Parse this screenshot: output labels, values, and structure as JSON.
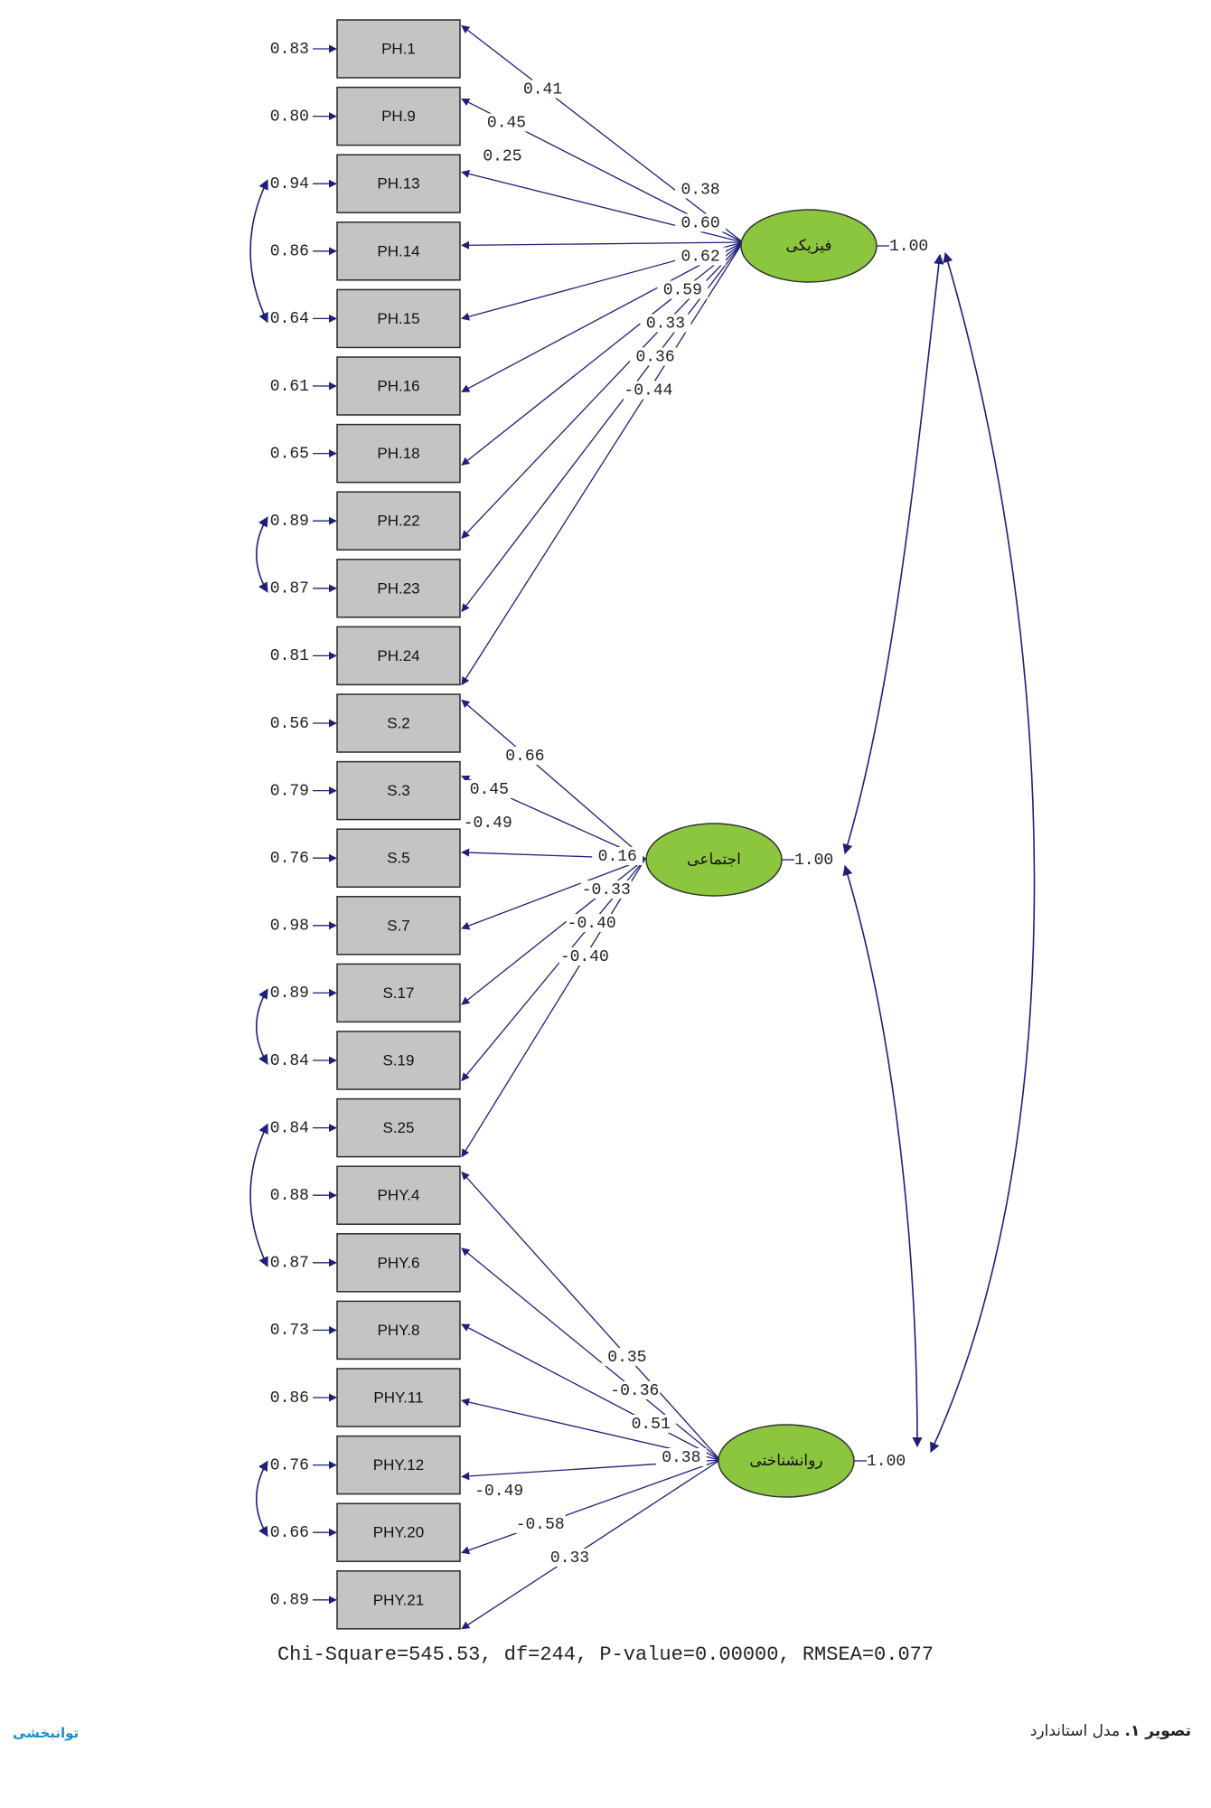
{
  "diagram": {
    "type": "structural-equation-model",
    "latents": [
      {
        "id": "phys",
        "label": "فیزیکی",
        "variance": "1.00"
      },
      {
        "id": "soc",
        "label": "اجتماعی",
        "variance": "1.00"
      },
      {
        "id": "psy",
        "label": "روانشناختی",
        "variance": "1.00"
      }
    ],
    "indicators": [
      {
        "label": "PH.1",
        "error": "0.83",
        "factor": "phys",
        "loading": "0.41"
      },
      {
        "label": "PH.9",
        "error": "0.80",
        "factor": "phys",
        "loading": "0.45"
      },
      {
        "label": "PH.13",
        "error": "0.94",
        "factor": "phys",
        "loading": "0.25"
      },
      {
        "label": "PH.14",
        "error": "0.86",
        "factor": "phys",
        "loading": "0.38"
      },
      {
        "label": "PH.15",
        "error": "0.64",
        "factor": "phys",
        "loading": "0.60"
      },
      {
        "label": "PH.16",
        "error": "0.61",
        "factor": "phys",
        "loading": "0.62"
      },
      {
        "label": "PH.18",
        "error": "0.65",
        "factor": "phys",
        "loading": "0.59"
      },
      {
        "label": "PH.22",
        "error": "0.89",
        "factor": "phys",
        "loading": "0.33"
      },
      {
        "label": "PH.23",
        "error": "0.87",
        "factor": "phys",
        "loading": "0.36"
      },
      {
        "label": "PH.24",
        "error": "0.81",
        "factor": "phys",
        "loading": "-0.44"
      },
      {
        "label": "S.2",
        "error": "0.56",
        "factor": "soc",
        "loading": "0.66"
      },
      {
        "label": "S.3",
        "error": "0.79",
        "factor": "soc",
        "loading": "0.45"
      },
      {
        "label": "S.5",
        "error": "0.76",
        "factor": "soc",
        "loading": "-0.49"
      },
      {
        "label": "S.7",
        "error": "0.98",
        "factor": "soc",
        "loading": "0.16"
      },
      {
        "label": "S.17",
        "error": "0.89",
        "factor": "soc",
        "loading": "-0.33"
      },
      {
        "label": "S.19",
        "error": "0.84",
        "factor": "soc",
        "loading": "-0.40"
      },
      {
        "label": "S.25",
        "error": "0.84",
        "factor": "soc",
        "loading": "-0.40"
      },
      {
        "label": "PHY.4",
        "error": "0.88",
        "factor": "psy",
        "loading": "0.35"
      },
      {
        "label": "PHY.6",
        "error": "0.87",
        "factor": "psy",
        "loading": "-0.36"
      },
      {
        "label": "PHY.8",
        "error": "0.73",
        "factor": "psy",
        "loading": "0.51"
      },
      {
        "label": "PHY.11",
        "error": "0.86",
        "factor": "psy",
        "loading": "0.38"
      },
      {
        "label": "PHY.12",
        "error": "0.76",
        "factor": "psy",
        "loading": "-0.49"
      },
      {
        "label": "PHY.20",
        "error": "0.66",
        "factor": "psy",
        "loading": "-0.58"
      },
      {
        "label": "PHY.21",
        "error": "0.89",
        "factor": "psy",
        "loading": "0.33"
      }
    ],
    "error_covariances": [
      [
        2,
        4
      ],
      [
        7,
        8
      ],
      [
        14,
        15
      ],
      [
        16,
        18
      ],
      [
        21,
        22
      ]
    ],
    "factor_covariances": [
      [
        "phys",
        "soc"
      ],
      [
        "soc",
        "psy"
      ],
      [
        "phys",
        "psy"
      ]
    ]
  },
  "fit_stats": "Chi-Square=545.53, df=244, P-value=0.00000, RMSEA=0.077",
  "logo_text": "توانبخشی",
  "caption": {
    "prefix": "تصویر ۱.",
    "text": " مدل استاندارد"
  },
  "colors": {
    "latent_fill": "#8cc63f",
    "indicator_fill": "#c4c4c4",
    "arrow": "#1f1f7a"
  }
}
